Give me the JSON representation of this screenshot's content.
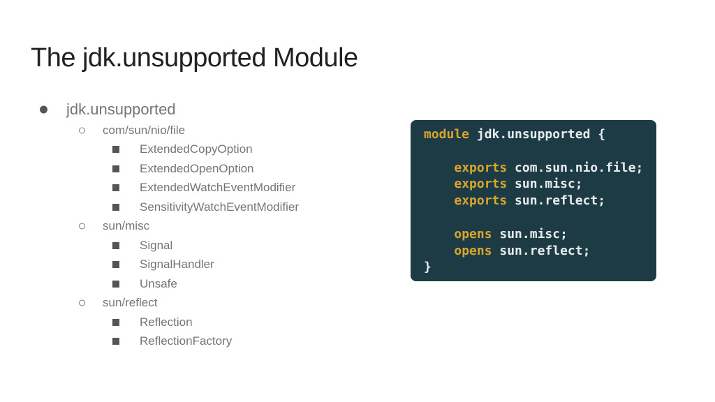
{
  "slide": {
    "title": "The jdk.unsupported Module",
    "background_color": "#ffffff",
    "title_color": "#212121"
  },
  "bullet_list": {
    "text_color": "#757575",
    "marker_color": "#555555",
    "hollow_marker_color": "#7a7a7a",
    "items": [
      {
        "level": 1,
        "marker": "disc-bullet-icon",
        "text": "jdk.unsupported"
      },
      {
        "level": 2,
        "marker": "circle-bullet-icon",
        "text": "com/sun/nio/file"
      },
      {
        "level": 3,
        "marker": "square-bullet-icon",
        "text": "ExtendedCopyOption"
      },
      {
        "level": 3,
        "marker": "square-bullet-icon",
        "text": "ExtendedOpenOption"
      },
      {
        "level": 3,
        "marker": "square-bullet-icon",
        "text": "ExtendedWatchEventModifier"
      },
      {
        "level": 3,
        "marker": "square-bullet-icon",
        "text": "SensitivityWatchEventModifier"
      },
      {
        "level": 2,
        "marker": "circle-bullet-icon",
        "text": "sun/misc"
      },
      {
        "level": 3,
        "marker": "square-bullet-icon",
        "text": "Signal"
      },
      {
        "level": 3,
        "marker": "square-bullet-icon",
        "text": "SignalHandler"
      },
      {
        "level": 3,
        "marker": "square-bullet-icon",
        "text": "Unsafe"
      },
      {
        "level": 2,
        "marker": "circle-bullet-icon",
        "text": "sun/reflect"
      },
      {
        "level": 3,
        "marker": "square-bullet-icon",
        "text": "Reflection"
      },
      {
        "level": 3,
        "marker": "square-bullet-icon",
        "text": "ReflectionFactory"
      }
    ]
  },
  "code_block": {
    "background_color": "#1d3b45",
    "keyword_color": "#d9a62b",
    "text_color": "#e8ecee",
    "lines": [
      {
        "indent": "",
        "keyword": "module",
        "rest": " jdk.unsupported {"
      },
      {
        "indent": "",
        "keyword": "",
        "rest": ""
      },
      {
        "indent": "    ",
        "keyword": "exports",
        "rest": " com.sun.nio.file;"
      },
      {
        "indent": "    ",
        "keyword": "exports",
        "rest": " sun.misc;"
      },
      {
        "indent": "    ",
        "keyword": "exports",
        "rest": " sun.reflect;"
      },
      {
        "indent": "",
        "keyword": "",
        "rest": ""
      },
      {
        "indent": "    ",
        "keyword": "opens",
        "rest": " sun.misc;"
      },
      {
        "indent": "    ",
        "keyword": "opens",
        "rest": " sun.reflect;"
      },
      {
        "indent": "",
        "keyword": "",
        "rest": "}"
      }
    ]
  }
}
